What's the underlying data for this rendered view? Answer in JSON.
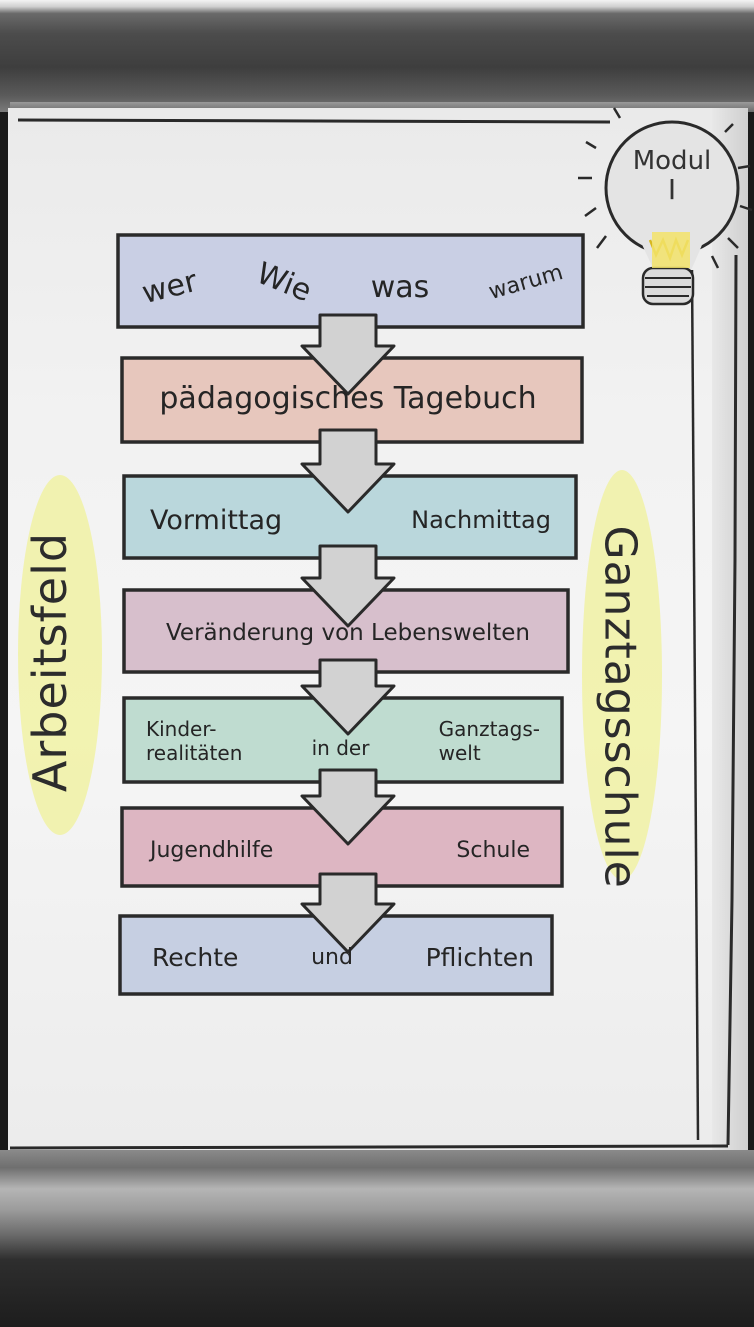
{
  "bulb": {
    "line1": "Modul",
    "line2": "I"
  },
  "side_left": "Arbeitsfeld",
  "side_right": "Ganztagsschule",
  "boxes": [
    {
      "parts": [
        "wer",
        "Wie",
        "was",
        "warum"
      ],
      "fill": "#c9cfe4"
    },
    {
      "parts": [
        "pädagogisches Tagebuch"
      ],
      "fill": "#e7c7bd"
    },
    {
      "parts": [
        "Vormittag",
        "Nachmittag"
      ],
      "fill": "#bad7dc"
    },
    {
      "parts": [
        "Veränderung von Lebenswelten"
      ],
      "fill": "#d7bfcc"
    },
    {
      "parts": [
        "Kinder-",
        "realitäten",
        "in der",
        "Ganztags-",
        "welt"
      ],
      "fill": "#bfdcd0"
    },
    {
      "parts": [
        "Jugendhilfe",
        "Schule"
      ],
      "fill": "#ddb6c2"
    },
    {
      "parts": [
        "Rechte",
        "und",
        "Pflichten"
      ],
      "fill": "#c6cfe2"
    }
  ],
  "colors": {
    "highlight_yellow": "#f0f29a",
    "arrow_fill": "#d2d2d2",
    "ink": "#2a2a2a"
  }
}
